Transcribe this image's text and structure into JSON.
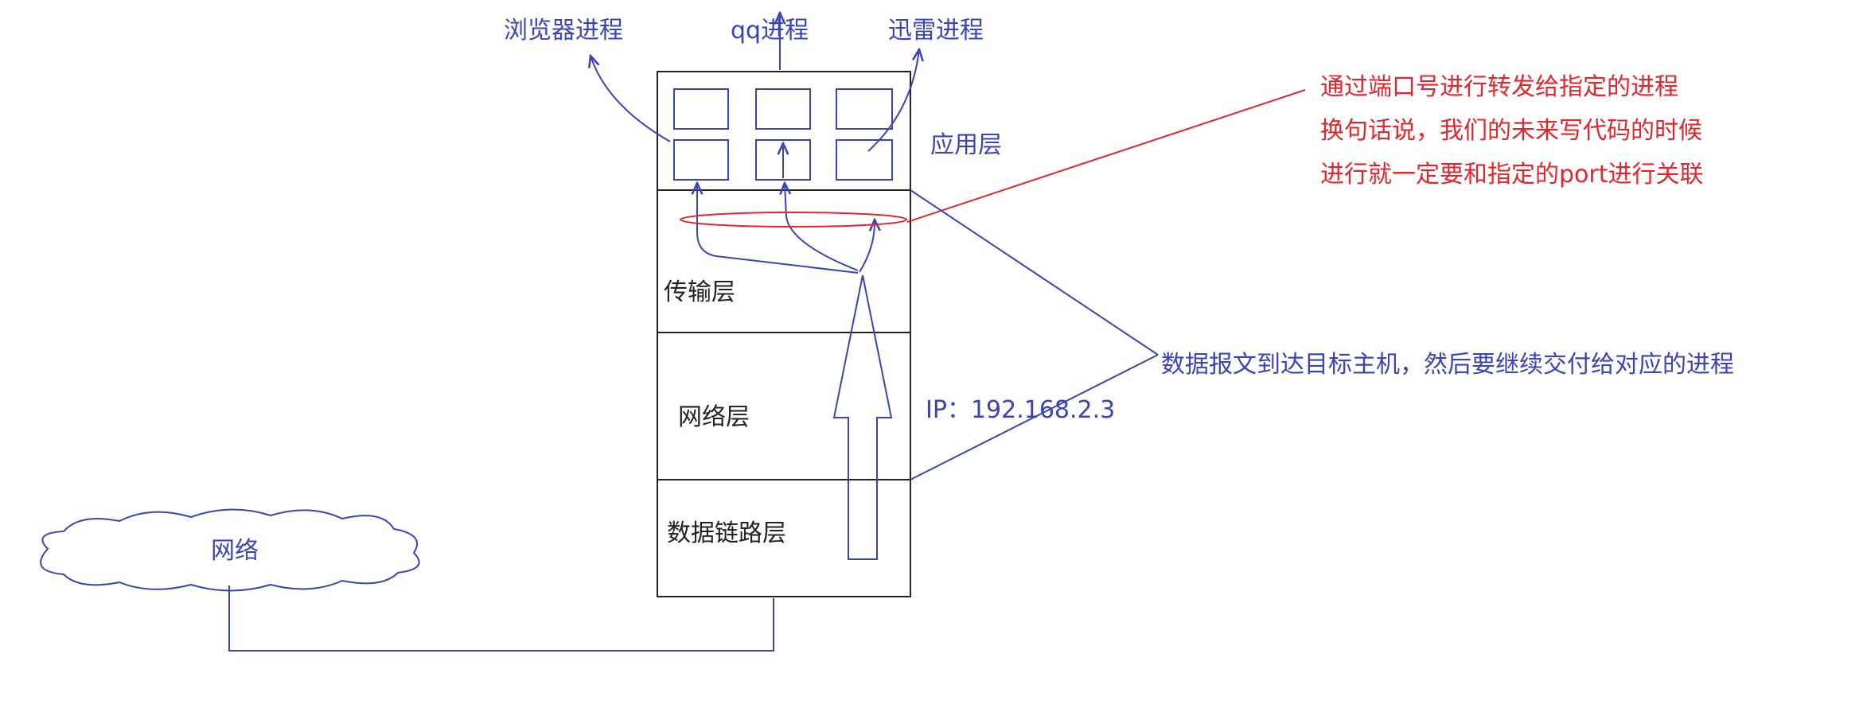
{
  "processes": {
    "browser": "浏览器进程",
    "qq": "qq进程",
    "xunlei": "迅雷进程"
  },
  "layers": {
    "application": "应用层",
    "transport": "传输层",
    "network": "网络层",
    "datalink": "数据链路层"
  },
  "ip_label": "IP：192.168.2.3",
  "cloud_label": "网络",
  "port_note": [
    "通过端口号进行转发给指定的进程",
    "换句话说，我们的未来写代码的时候",
    "进行就一定要和指定的port进行关联"
  ],
  "delivery_note": "数据报文到达目标主机，然后要继续交付给对应的进程",
  "colors": {
    "ink": "#3a44b5",
    "note_red": "#e3262d",
    "outline": "#222222"
  }
}
